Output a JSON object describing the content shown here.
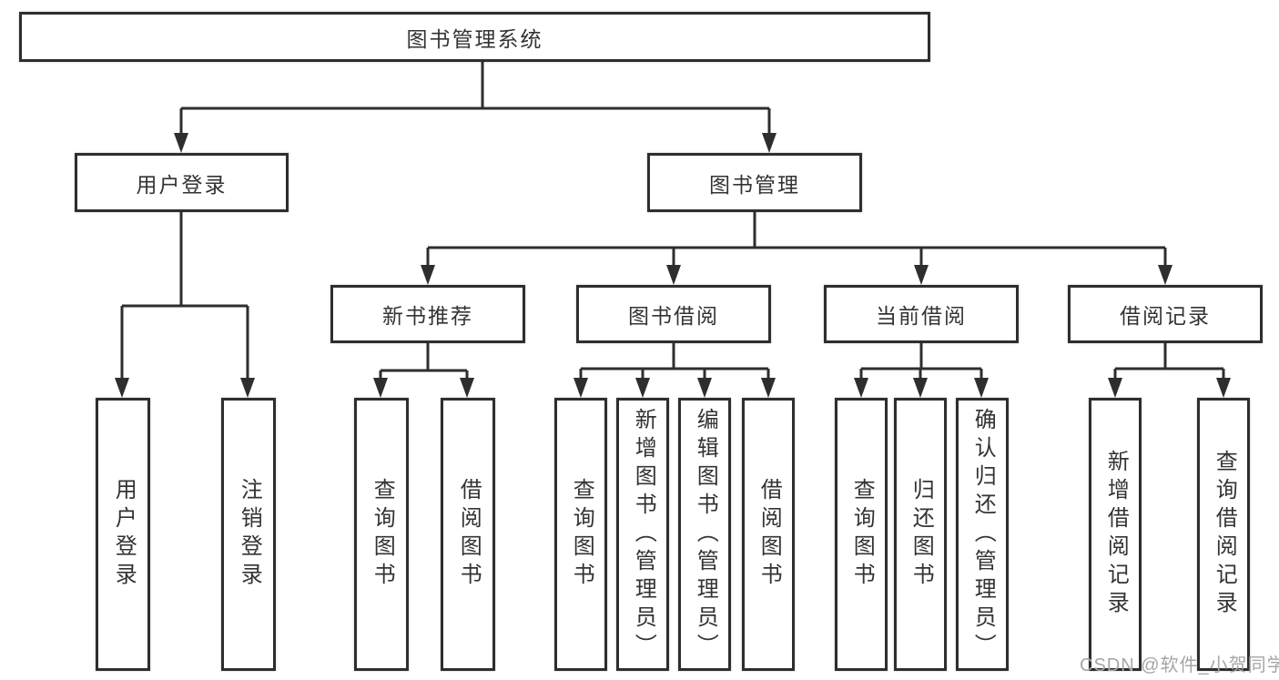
{
  "page": {
    "background": "#ffffff"
  },
  "colors": {
    "line": "#2e2e2e",
    "text": "#333333",
    "box_background": "#ffffff",
    "watermark": "#a6a6a6"
  },
  "watermark": {
    "text": "CSDN @软件_小贺同学"
  },
  "nodes": {
    "root": {
      "label": "图书管理系统"
    },
    "level2": {
      "user_login": {
        "label": "用户登录"
      },
      "book_management": {
        "label": "图书管理"
      }
    },
    "level3": {
      "new_book_recommend": {
        "label": "新书推荐"
      },
      "book_borrow": {
        "label": "图书借阅"
      },
      "current_borrow": {
        "label": "当前借阅"
      },
      "borrow_records": {
        "label": "借阅记录"
      }
    },
    "leaves": {
      "user_login": [
        "用户登录",
        "注销登录"
      ],
      "new_book_recommend": [
        "查询图书",
        "借阅图书"
      ],
      "book_borrow": [
        "查询图书",
        "新增图书（管理员）",
        "编辑图书（管理员）",
        "借阅图书"
      ],
      "current_borrow": [
        "查询图书",
        "归还图书",
        "确认归还（管理员）"
      ],
      "borrow_records": [
        "新增借阅记录",
        "查询借阅记录"
      ]
    }
  }
}
